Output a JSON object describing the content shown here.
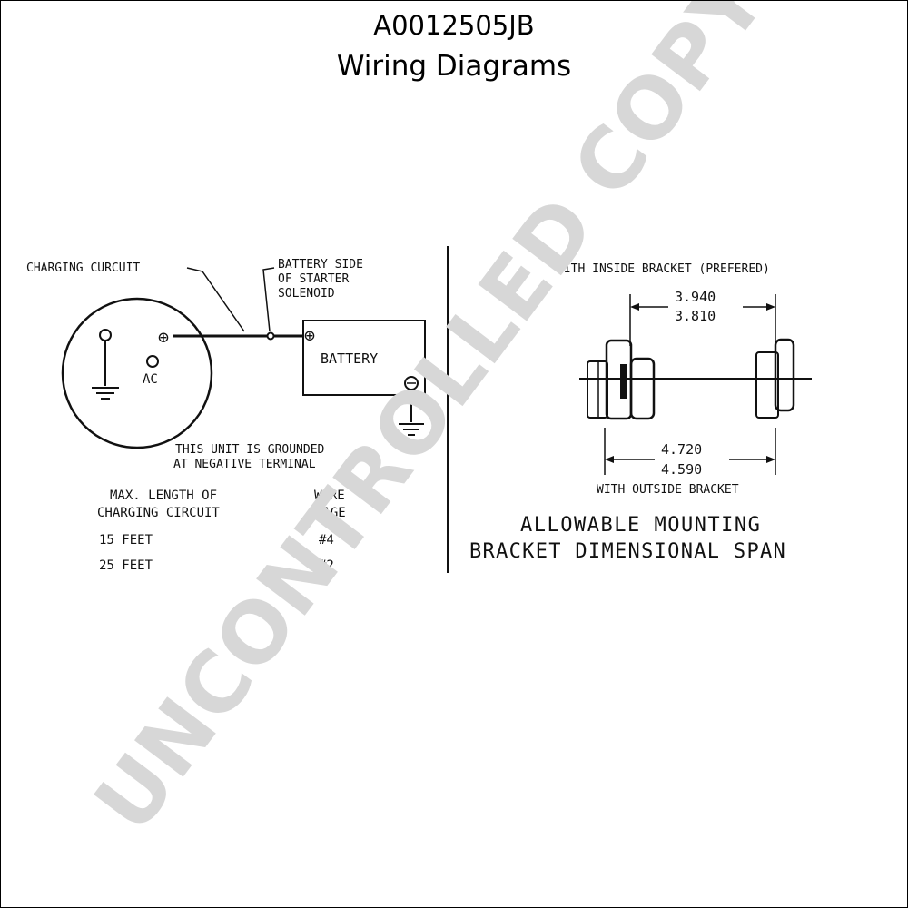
{
  "header": {
    "doc_id": "A0012505JB",
    "title": "Wiring Diagrams"
  },
  "wiring": {
    "charging_circuit_label": "CHARGING CURCUIT",
    "battery_side_line1": "BATTERY SIDE",
    "battery_side_line2": "OF STARTER",
    "battery_side_line3": "SOLENOID",
    "positive_symbol": "⊕",
    "ac_label": "AC",
    "battery_label": "BATTERY",
    "ground_note_line1": "THIS UNIT IS GROUNDED",
    "ground_note_line2": "AT NEGATIVE TERMINAL"
  },
  "table": {
    "col1_header_line1": "MAX. LENGTH OF",
    "col1_header_line2": "CHARGING CIRCUIT",
    "col2_header_line1": "WIRE",
    "col2_header_line2": "GAGE",
    "rows": [
      {
        "length": "15 FEET",
        "gage": "#4"
      },
      {
        "length": "25 FEET",
        "gage": "#2"
      }
    ]
  },
  "bracket": {
    "inside_label": "WITH INSIDE BRACKET (PREFERED)",
    "inside_dim_max": "3.940",
    "inside_dim_min": "3.810",
    "outside_dim_max": "4.720",
    "outside_dim_min": "4.590",
    "outside_label": "WITH OUTSIDE BRACKET",
    "caption_line1": "ALLOWABLE MOUNTING",
    "caption_line2": "BRACKET DIMENSIONAL SPAN"
  },
  "watermark": "UNCONTROLLED COPY",
  "colors": {
    "ink": "#111111",
    "watermark": "#d7d7d7"
  }
}
